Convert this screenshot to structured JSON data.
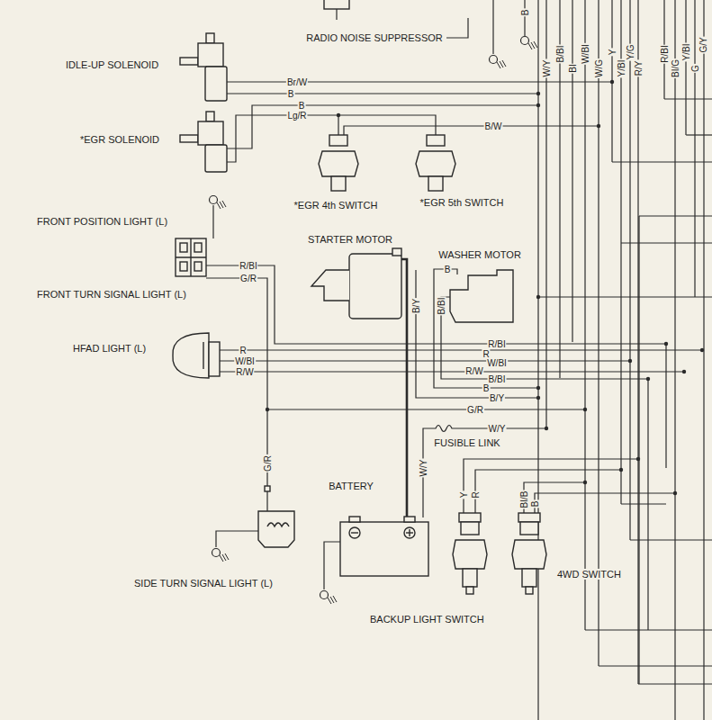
{
  "diagram": {
    "labels": [
      "B",
      "RADIO NOISE SUPPRESSOR",
      "W/Y",
      "B/BI",
      "BI",
      "W/BI",
      "W/G",
      "Y",
      "Y/BI",
      "Y/G",
      "R/Y",
      "R/BI",
      "BI/G",
      "Y/BI",
      "G",
      "G/Y",
      "IDLE-UP SOLENOID",
      "Br/W",
      "B",
      "B",
      "Lg/R",
      "B/W",
      "*EGR SOLENOID",
      "*EGR 4th SWITCH",
      "*EGR 5th SWITCH",
      "FRONT POSITION LIGHT (L)",
      "STARTER MOTOR",
      "WASHER MOTOR",
      "B",
      "R/BI",
      "G/R",
      "B/Y",
      "B/BI",
      "FRONT TURN SIGNAL LIGHT (L)",
      "HFAD LIGHT (L)",
      "R",
      "W/BI",
      "R/W",
      "R/BI",
      "R",
      "W/BI",
      "R/W",
      "B/BI",
      "B",
      "B/Y",
      "G/R",
      "W/Y",
      "FUSIBLE LINK",
      "W/Y",
      "G/R",
      "BATTERY",
      "Y",
      "R",
      "BI/B",
      "B",
      "4WD SWITCH",
      "SIDE TURN SIGNAL LIGHT (L)",
      "BACKUP LIGHT SWITCH"
    ]
  }
}
